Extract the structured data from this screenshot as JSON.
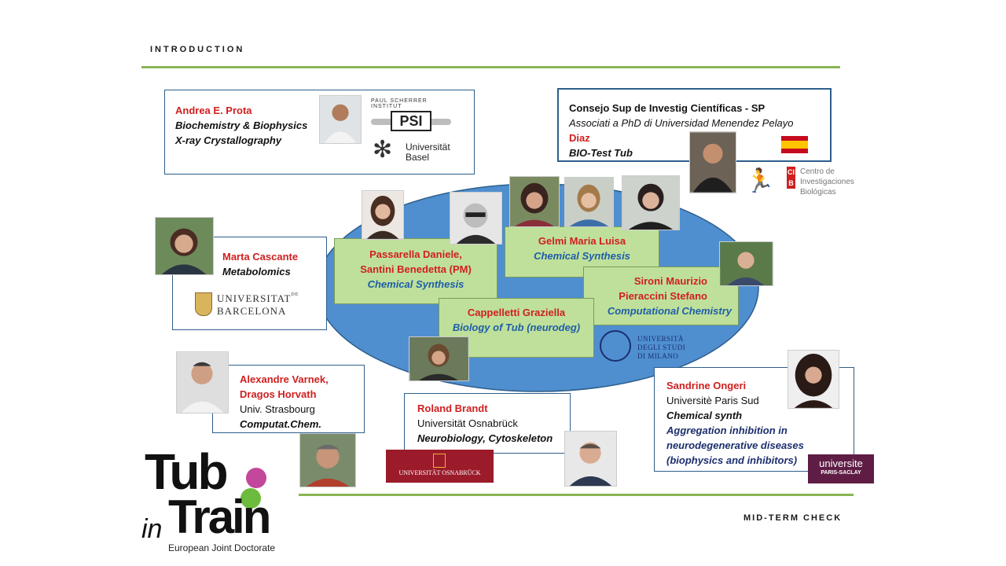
{
  "header": {
    "title": "INTRODUCTION",
    "footer": "MID-TERM CHECK"
  },
  "colors": {
    "accent": "#8ab553",
    "name_red": "#d01f1f",
    "ellipse": "#4f8fd0",
    "green_box": "#bfe09a",
    "border_blue": "#2e5e8c"
  },
  "prota": {
    "name": "Andrea E. Prota",
    "line1": "Biochemistry & Biophysics",
    "line2": "X-ray Crystallography",
    "psi_top": "PAUL SCHERRER INSTITUT",
    "psi_mark": "PSI",
    "basel_1": "Universität",
    "basel_2": "Basel"
  },
  "csic": {
    "title": "Consejo Sup de Investig Científicas - SP",
    "line1": "Associati a PhD di Universidad Menendez Pelayo",
    "name": "Diaz",
    "line2": "BIO-Test Tub",
    "cib_letters": "CIB",
    "cib_1": "Centro de",
    "cib_2": "Investigaciones",
    "cib_3": "Biológicas"
  },
  "cascante": {
    "name": "Marta Cascante",
    "field": "Metabolomics",
    "uni_1": "UNIVERSITAT",
    "uni_de": "DE",
    "uni_2": "BARCELONA"
  },
  "passarella": {
    "name1": "Passarella Daniele,",
    "name2": "Santini Benedetta (PM)",
    "field": "Chemical Synthesis"
  },
  "gelmi": {
    "name": "Gelmi Maria Luisa",
    "field": "Chemical Synthesis"
  },
  "sironi": {
    "name1": "Sironi Maurizio",
    "name2": "Pieraccini Stefano",
    "field": "Computational  Chemistry"
  },
  "cappelletti": {
    "name": "Cappelletti Graziella",
    "field": "Biology of Tub (neurodeg)"
  },
  "milano": {
    "l1": "UNIVERSITÀ",
    "l2": "DEGLI STUDI",
    "l3": "DI MILANO"
  },
  "varnek": {
    "name1": "Alexandre Varnek,",
    "name2": "Dragos Horvath",
    "uni": "Univ. Strasbourg",
    "field": "Computat.Chem."
  },
  "brandt": {
    "name": "Roland Brandt",
    "uni": "Universität Osnabrück",
    "field": "Neurobiology,  Cytoskeleton",
    "logo": "UNIVERSITÄT OSNABRÜCK"
  },
  "ongeri": {
    "name": "Sandrine Ongeri",
    "uni": "Universitè Paris Sud",
    "field": "Chemical synth",
    "topic1": "Aggregation inhibition in",
    "topic2": "neurodegenerative diseases",
    "topic3": "(biophysics and inhibitors)",
    "logo1": "universite",
    "logo2": "PARIS-SACLAY"
  },
  "logo": {
    "tub": "Tub",
    "in": "in",
    "train": "Train",
    "tagline": "European Joint Doctorate"
  }
}
